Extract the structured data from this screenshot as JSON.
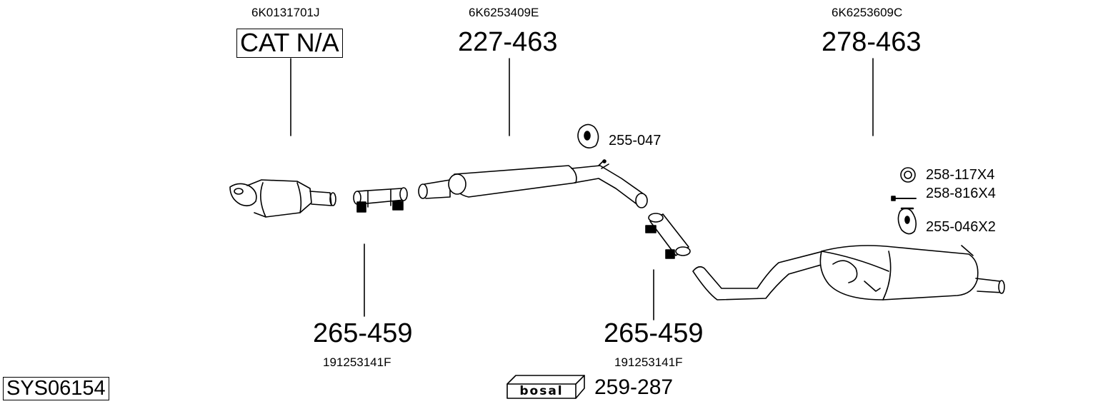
{
  "system_code": "SYS06154",
  "brand_logo_text": "bosal",
  "parts": {
    "catalyst": {
      "oem": "6K0131701J",
      "part_no": "CAT N/A"
    },
    "clamp_front": {
      "oem": "191253141F",
      "part_no": "265-459"
    },
    "middle_silencer": {
      "oem": "6K6253409E",
      "part_no": "227-463"
    },
    "clamp_rear": {
      "oem": "191253141F",
      "part_no": "265-459"
    },
    "rear_silencer": {
      "oem": "6K6253609C",
      "part_no": "278-463"
    },
    "rubber_mount_middle": {
      "part_no": "255-047"
    },
    "seal_ring": {
      "part_no": "258-117X4"
    },
    "bolt": {
      "part_no": "258-816X4"
    },
    "rubber_mount_rear": {
      "part_no": "255-046X2"
    },
    "mounting_kit": {
      "part_no": "259-287"
    }
  }
}
